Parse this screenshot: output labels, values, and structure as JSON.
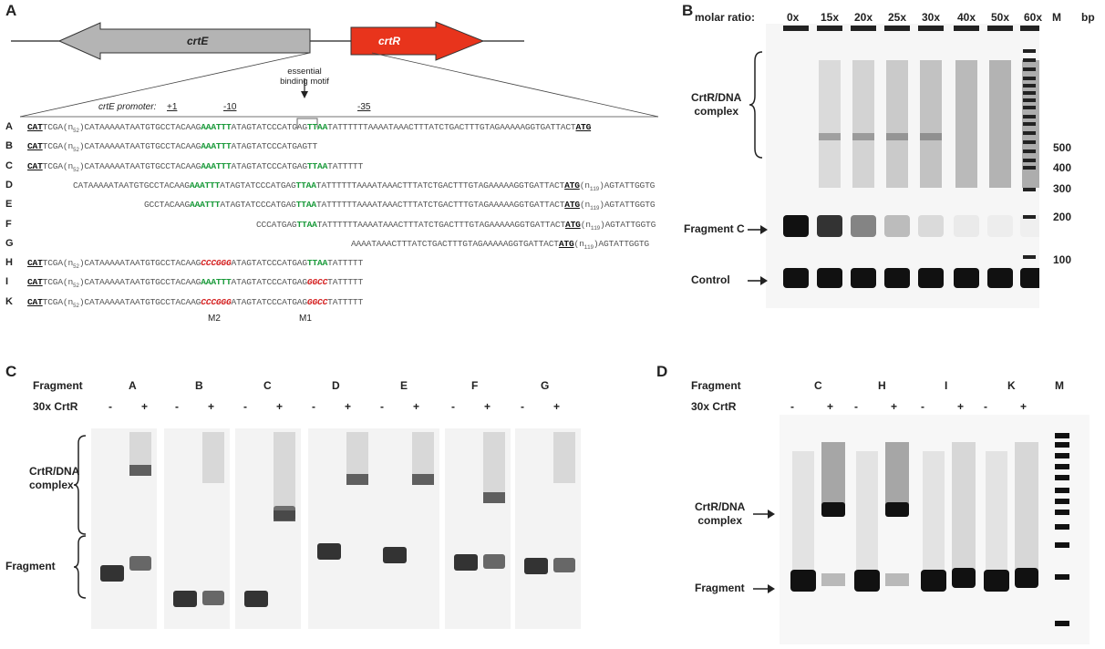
{
  "panel_labels": {
    "a": "A",
    "b": "B",
    "c": "C",
    "d": "D"
  },
  "panel_a": {
    "genes": {
      "crtE": "crtE",
      "crtR": "crtR"
    },
    "promoter_label": "crtE promoter:",
    "positions": {
      "p1": "+1",
      "m10": "-10",
      "m35": "-35"
    },
    "motif_label_1": "essential",
    "motif_label_2": "binding motif",
    "rows": [
      {
        "letter": "A",
        "seq": "CATTCGA(n52)CATAAAAATAATGTGCCTACAAGAAATTTATAGTATCCCATGAGTTAATATTTTTTAAAATAAACTTTATCTGACTTTGTAGAAAAAGGTGATTACTATG"
      },
      {
        "letter": "B",
        "seq": "CATTCGA(n52)CATAAAAATAATGTGCCTACAAGAAATTTATAGTATCCCATGAGTT"
      },
      {
        "letter": "C",
        "seq": "CATTCGA(n52)CATAAAAATAATGTGCCTACAAGAAATTTATAGTATCCCATGAGTTAATATTTTT"
      },
      {
        "letter": "D",
        "seq": "CATAAAAATAATGTGCCTACAAGAAATTTATAGTATCCCATGAGTTAATATTTTTTAAAATAAACTTTATCTGACTTTGTAGAAAAAGGTGATTACTATG(n119)AGTATTGGTG"
      },
      {
        "letter": "E",
        "seq": "GCCTACAAGAAATTTATAGTATCCCATGAGTTAATATTTTTTAAAATAAACTTTATCTGACTTTGTAGAAAAAGGTGATTACTATG(n119)AGTATTGGTG"
      },
      {
        "letter": "F",
        "seq": "CCCATGAGTTAATATTTTTTAAAATAAACTTTATCTGACTTTGTAGAAAAAGGTGATTACTATG(n119)AGTATTGGTG"
      },
      {
        "letter": "G",
        "seq": "AAAATAAACTTTATCTGACTTTGTAGAAAAAGGTGATTACTATG(n119)AGTATTGGTG"
      },
      {
        "letter": "H",
        "seq": "CATTCGA(n52)CATAAAAATAATGTGCCTACAAGCCCGGGATAGTATCCCATGAGTTAATATTTTT"
      },
      {
        "letter": "I",
        "seq": "CATTCGA(n52)CATAAAAATAATGTGCCTACAAGAAATTTATAGTATCCCATGAGGGCCTATTTTT"
      },
      {
        "letter": "K",
        "seq": "CATTCGA(n52)CATAAAAATAATGTGCCTACAAGCCCGGGATAGTATCCCATGAGGGCCTATTTTT"
      }
    ],
    "m2": "M2",
    "m1": "M1"
  },
  "panel_b": {
    "ratio_label": "molar ratio:",
    "ratios": [
      "0x",
      "15x",
      "20x",
      "25x",
      "30x",
      "40x",
      "50x",
      "60x"
    ],
    "marker": "M",
    "bp": "bp",
    "sizes": [
      "500",
      "400",
      "300",
      "200",
      "100"
    ],
    "complex_1": "CrtR/DNA",
    "complex_2": "complex",
    "fragment_c": "Fragment C",
    "control": "Control"
  },
  "panel_c": {
    "fragment_label": "Fragment",
    "crtr_label": "30x CrtR",
    "fragments": [
      "A",
      "B",
      "C",
      "D",
      "E",
      "F",
      "G"
    ],
    "minus": "-",
    "plus": "+",
    "complex_1": "CrtR/DNA",
    "complex_2": "complex",
    "fragment": "Fragment"
  },
  "panel_d": {
    "fragment_label": "Fragment",
    "crtr_label": "30x CrtR",
    "fragments": [
      "C",
      "H",
      "I",
      "K"
    ],
    "marker": "M",
    "minus": "-",
    "plus": "+",
    "complex_1": "CrtR/DNA",
    "complex_2": "complex",
    "fragment": "Fragment"
  },
  "colors": {
    "crtE": "#b4b4b4",
    "crtR": "#e8341c",
    "green": "#1a9a3a",
    "red": "#d42020"
  }
}
